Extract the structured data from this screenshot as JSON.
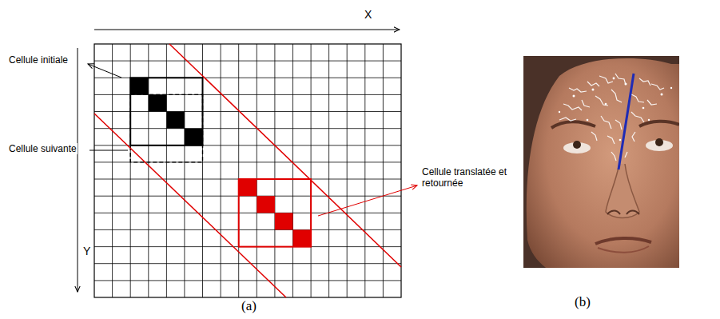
{
  "diagram": {
    "labels": [
      "X",
      "Y",
      "Cellule initiale",
      "Cellule suivante",
      "Cellule translatée et retournée",
      "(a)",
      "(b)"
    ]
  }
}
